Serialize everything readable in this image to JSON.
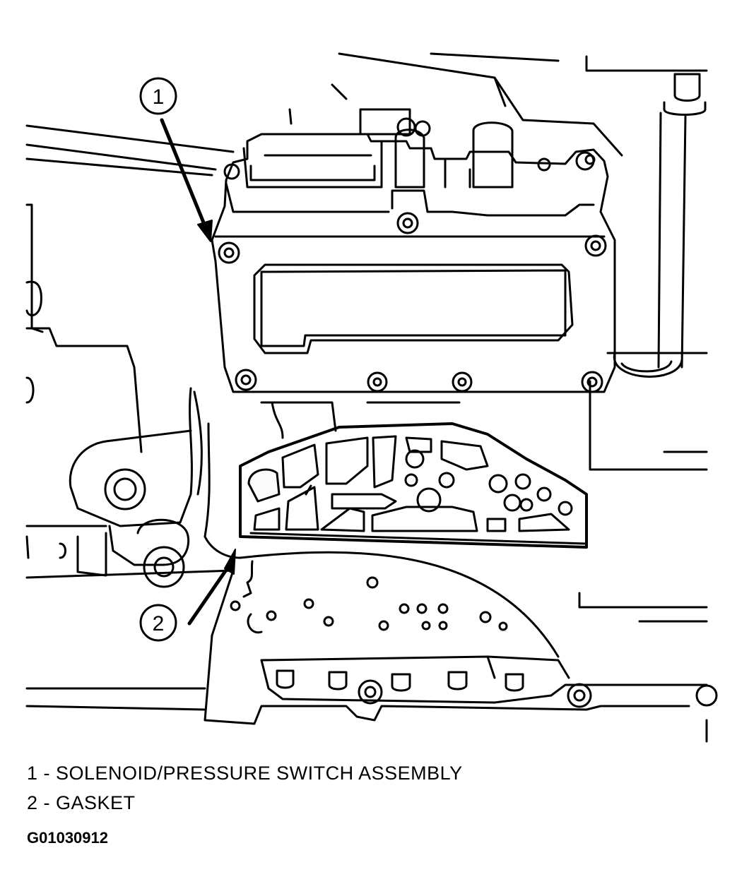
{
  "callouts": [
    {
      "number": "1",
      "label": "SOLENOID/PRESSURE SWITCH ASSEMBLY"
    },
    {
      "number": "2",
      "label": "GASKET"
    }
  ],
  "legend": {
    "line1": "1 - SOLENOID/PRESSURE SWITCH ASSEMBLY",
    "line2": "2 - GASKET"
  },
  "figure_id": "G01030912",
  "colors": {
    "ink": "#000000",
    "paper": "#ffffff"
  }
}
